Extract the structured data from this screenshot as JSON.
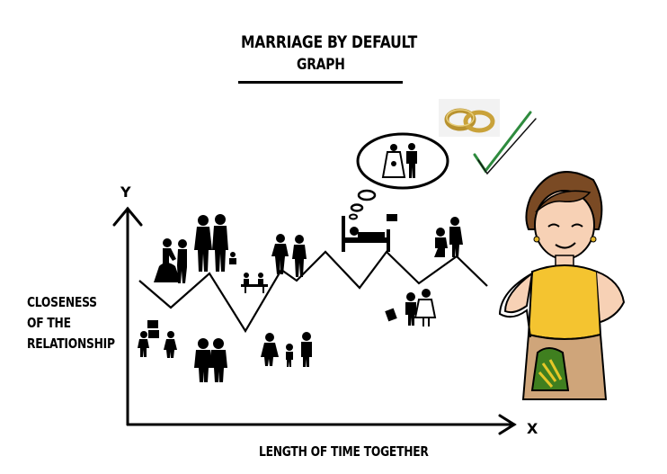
{
  "title": "MARRIAGE BY DEFAULT",
  "subtitle": "GRAPH",
  "y_axis_letter": "Y",
  "x_axis_letter": "X",
  "y_axis_label": [
    "CLOSENESS",
    "OF THE",
    "RELATIONSHIP"
  ],
  "x_axis_label": "LENGTH OF TIME TOGETHER",
  "icons": [
    "couple-dancing-icon",
    "couple-standing-icon",
    "couple-dinner-icon",
    "couple-with-dog-icon",
    "person-moving-boxes-icon",
    "couple-portrait-icon",
    "family-with-child-icon",
    "sick-in-bed-icon",
    "bride-and-groom-thought-icon",
    "proposal-icon",
    "couple-with-luggage-icon",
    "wedding-rings-icon",
    "checkmark-icon",
    "woman-with-money-bag-icon"
  ]
}
